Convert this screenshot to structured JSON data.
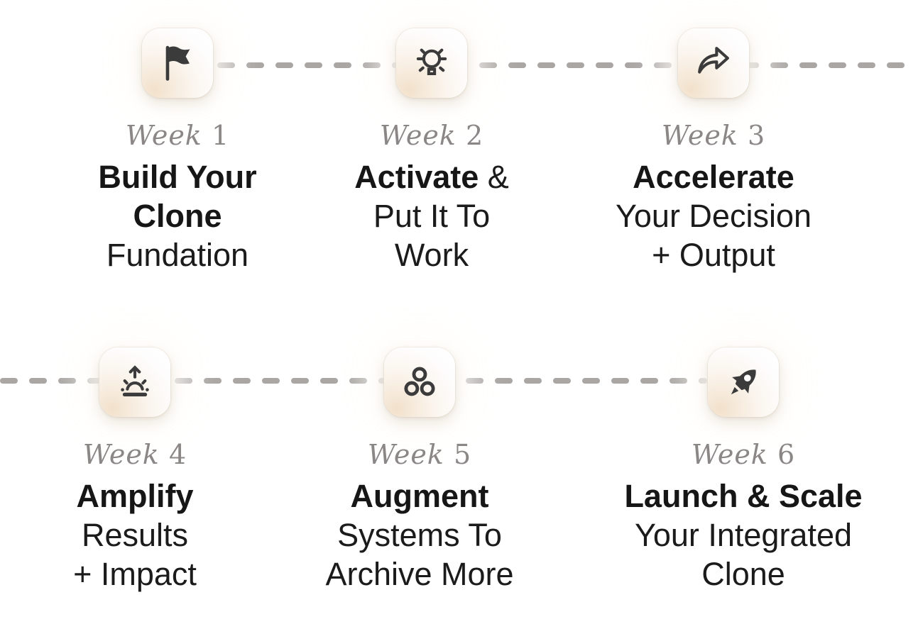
{
  "colors": {
    "background": "#ffffff",
    "dash": "#a9a6a4",
    "week_label": "#8c8787",
    "headline": "#161616",
    "icon": "#3b3b3b",
    "card_glow": "#f2e1cb"
  },
  "timeline": {
    "row1_dash": "starts after card 1, runs to right edge",
    "row2_dash": "starts at left edge, ends at card 6"
  },
  "steps": [
    {
      "icon": "flag-icon",
      "week_word": "Week",
      "week_number": "1",
      "lines": [
        {
          "strong": "Build Your",
          "normal": ""
        },
        {
          "strong": "Clone",
          "normal": ""
        },
        {
          "strong": "",
          "normal": "Fundation"
        }
      ]
    },
    {
      "icon": "lightbulb-icon",
      "week_word": "Week",
      "week_number": "2",
      "lines": [
        {
          "strong": "Activate",
          "normal": " &"
        },
        {
          "strong": "",
          "normal": "Put It To"
        },
        {
          "strong": "",
          "normal": "Work"
        }
      ]
    },
    {
      "icon": "share-arrow-icon",
      "week_word": "Week",
      "week_number": "3",
      "lines": [
        {
          "strong": "Accelerate",
          "normal": ""
        },
        {
          "strong": "",
          "normal": "Your Decision"
        },
        {
          "strong": "",
          "normal": "+ Output"
        }
      ]
    },
    {
      "icon": "sunrise-arrow-icon",
      "week_word": "Week",
      "week_number": "4",
      "lines": [
        {
          "strong": "Amplify",
          "normal": ""
        },
        {
          "strong": "",
          "normal": "Results"
        },
        {
          "strong": "",
          "normal": "+ Impact"
        }
      ]
    },
    {
      "icon": "three-circles-icon",
      "week_word": "Week",
      "week_number": "5",
      "lines": [
        {
          "strong": "Augment",
          "normal": ""
        },
        {
          "strong": "",
          "normal": "Systems To"
        },
        {
          "strong": "",
          "normal": "Archive More"
        }
      ]
    },
    {
      "icon": "rocket-icon",
      "week_word": "Week",
      "week_number": "6",
      "lines": [
        {
          "strong": "Launch & Scale",
          "normal": ""
        },
        {
          "strong": "",
          "normal": "Your Integrated"
        },
        {
          "strong": "",
          "normal": "Clone"
        }
      ]
    }
  ]
}
